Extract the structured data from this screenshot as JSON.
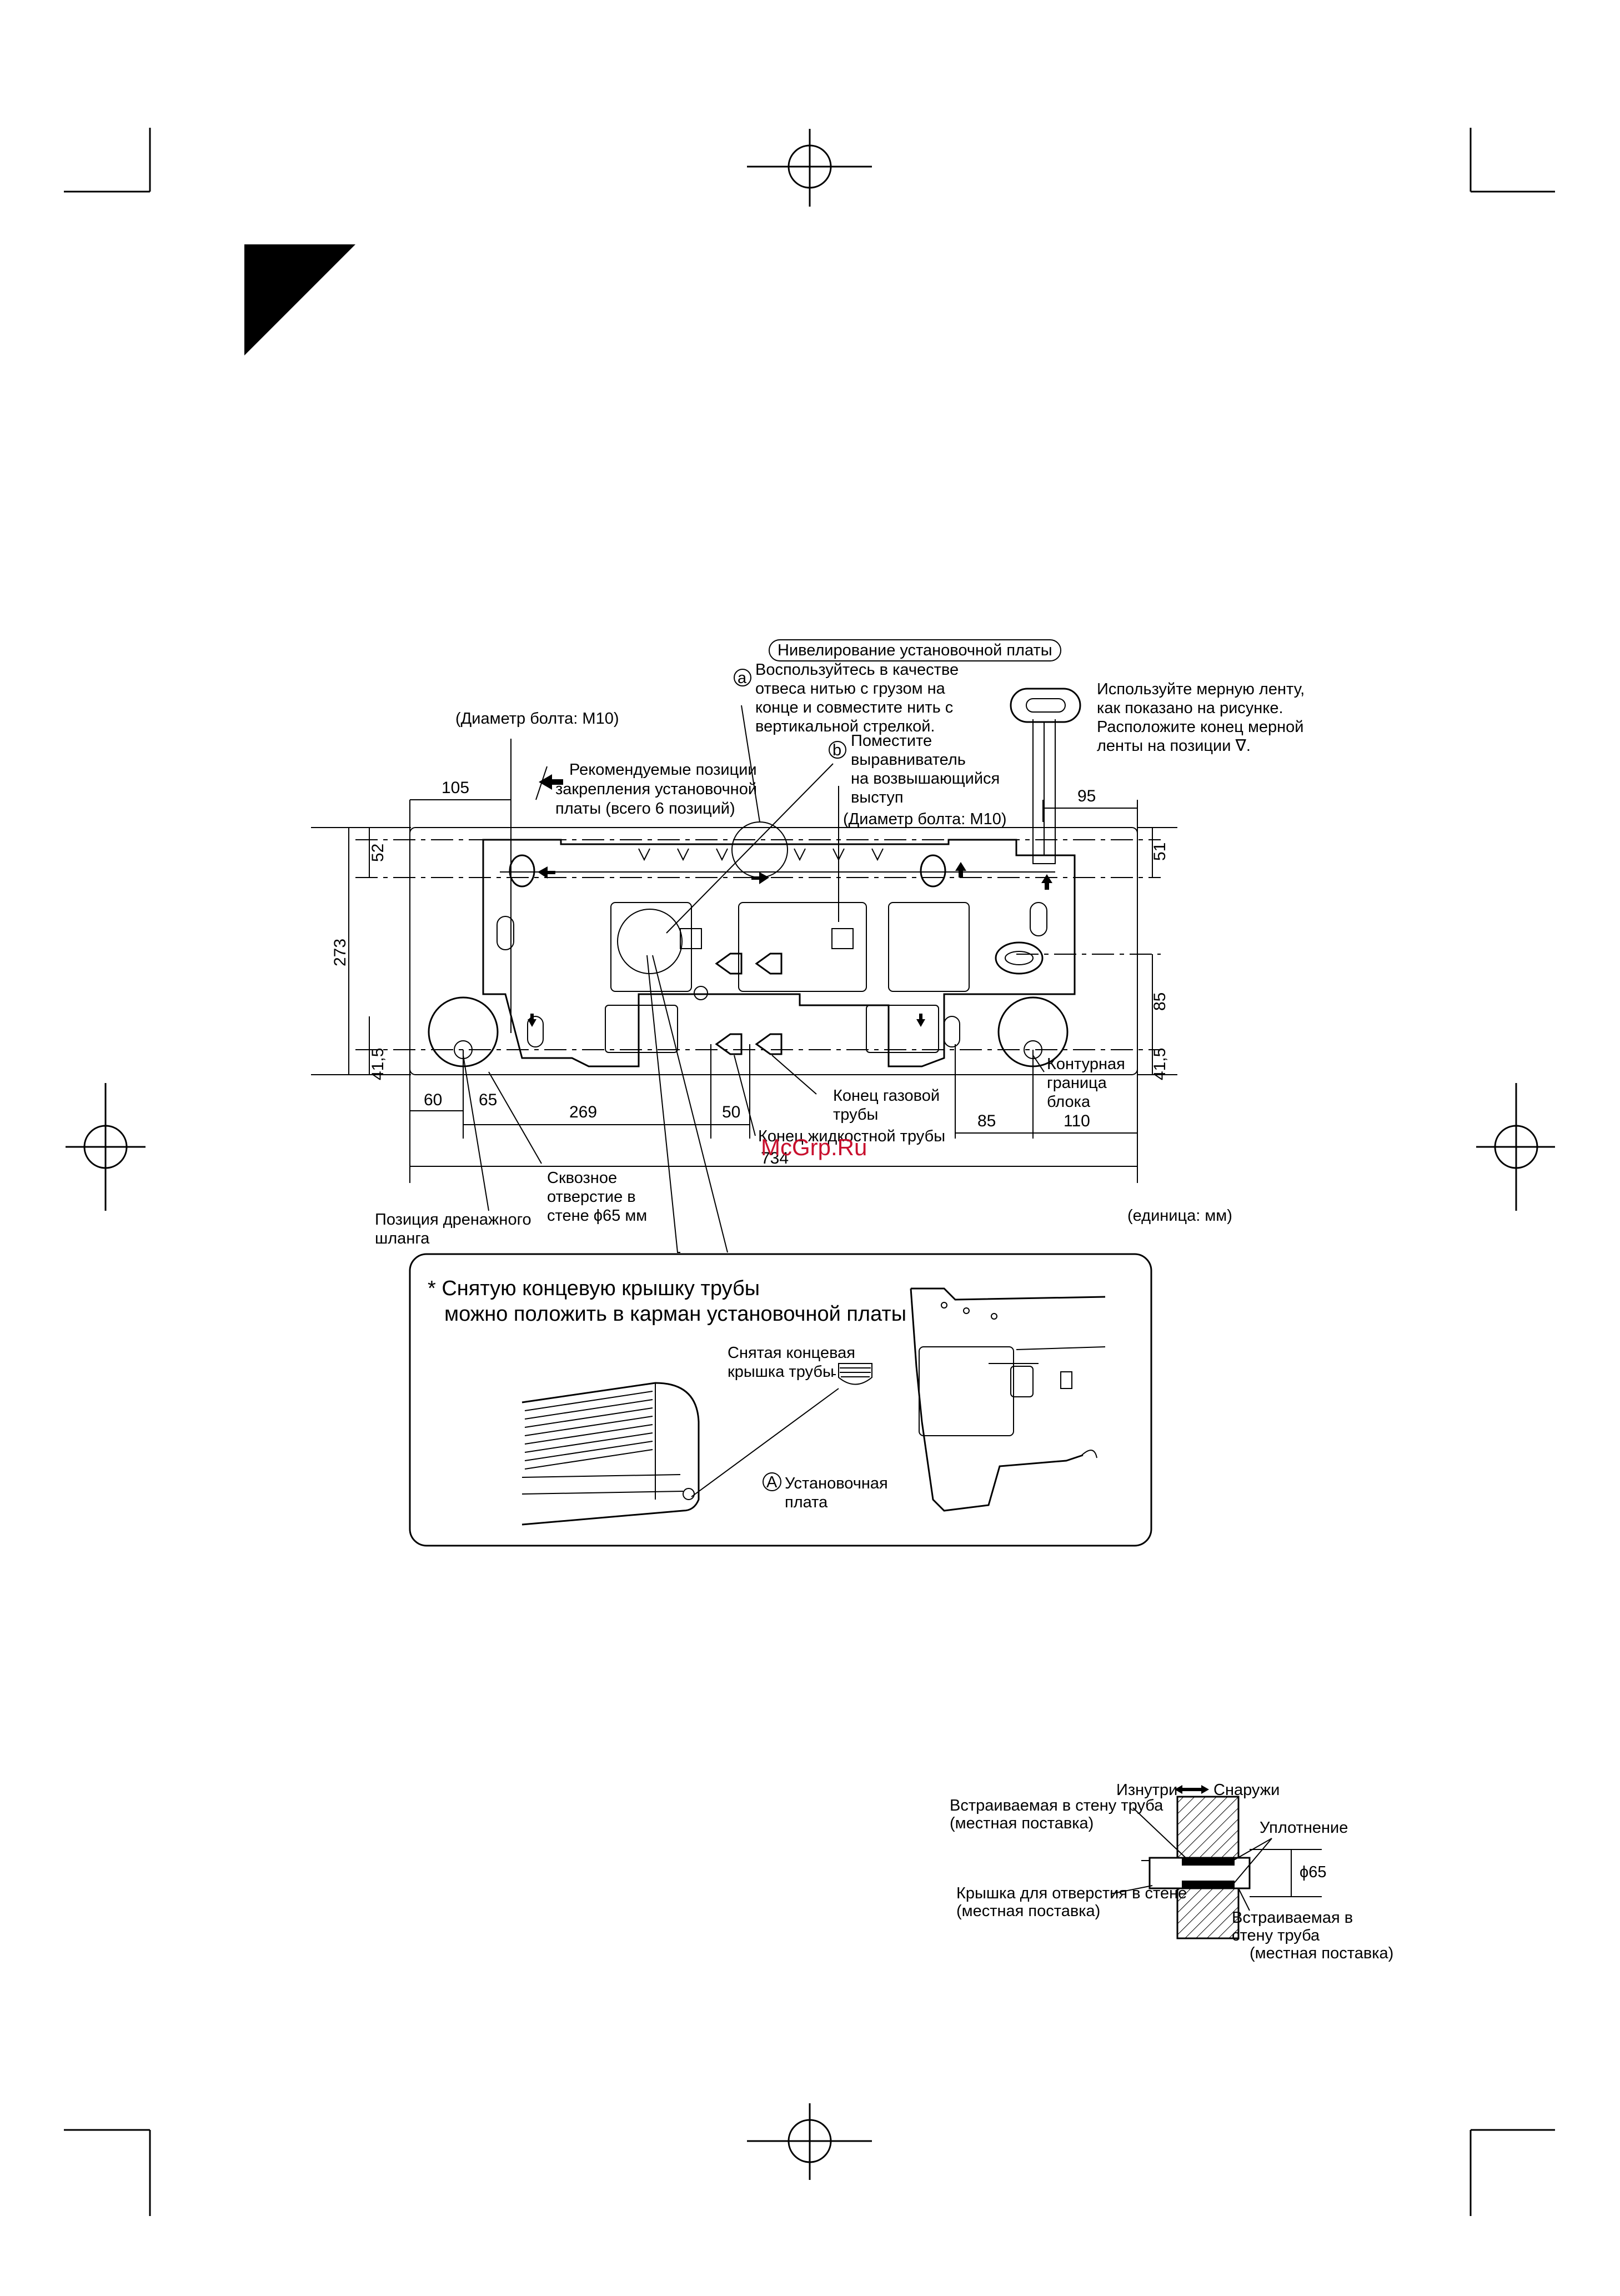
{
  "leveling": {
    "title": "Нивелирование установочной платы",
    "a_marker": "a",
    "a_lines": [
      "Воспользуйтесь в качестве",
      "отвеса нитью с грузом на",
      "конце и совместите нить с",
      "вертикальной стрелкой."
    ],
    "b_marker": "b",
    "b_lines": [
      "Поместите",
      "выравниватель",
      "на возвышающийся",
      "выступ"
    ]
  },
  "tape_note": [
    "Используйте мерную ленту,",
    "как показано на рисунке.",
    "Расположите конец мерной",
    "ленты на позиции ∇."
  ],
  "bolt_left": "(Диаметр болта: M10)",
  "bolt_right": "(Диаметр болта: M10)",
  "recommended_lines": [
    "Рекомендуемые позиции",
    "закрепления установочной",
    "платы (всего 6 позиций)"
  ],
  "dims": {
    "d105": "105",
    "d95": "95",
    "d52": "52",
    "d51": "51",
    "d273": "273",
    "d85v": "85",
    "d41_5_left": "41,5",
    "d41_5_right": "41,5",
    "d60": "60",
    "d65": "65",
    "d269": "269",
    "d50": "50",
    "d85h": "85",
    "d110": "110",
    "d734": "734"
  },
  "gas_pipe_lines": [
    "Конец газовой",
    "трубы"
  ],
  "liquid_pipe": "Конец жидкостной трубы",
  "contour_lines": [
    "Контурная",
    "граница",
    "блока"
  ],
  "through_hole_lines": [
    "Сквозное",
    "отверстие в",
    "стене ϕ65 мм"
  ],
  "drain_lines": [
    "Позиция дренажного",
    "шланга"
  ],
  "unit": "(единица: мм)",
  "watermark": "McGrp.Ru",
  "inset": {
    "note_line1": "* Снятую концевую крышку трубы",
    "note_line2": "можно положить в карман установочной платы",
    "cap_lines": [
      "Снятая концевая",
      "крышка трубы"
    ],
    "a_marker": "A",
    "plate_lines": [
      "Установочная",
      "плата"
    ]
  },
  "wall": {
    "inside": "Изнутри",
    "outside": "Снаружи",
    "pipe_top_lines": [
      "Встраиваемая в стену труба",
      "(местная поставка)"
    ],
    "seal": "Уплотнение",
    "phi": "ϕ65",
    "cover_lines": [
      "Крышка для отверстия в стене",
      "(местная поставка)"
    ],
    "pipe_bottom_lines": [
      "Встраиваемая в",
      "стену труба",
      "(местная поставка)"
    ]
  }
}
